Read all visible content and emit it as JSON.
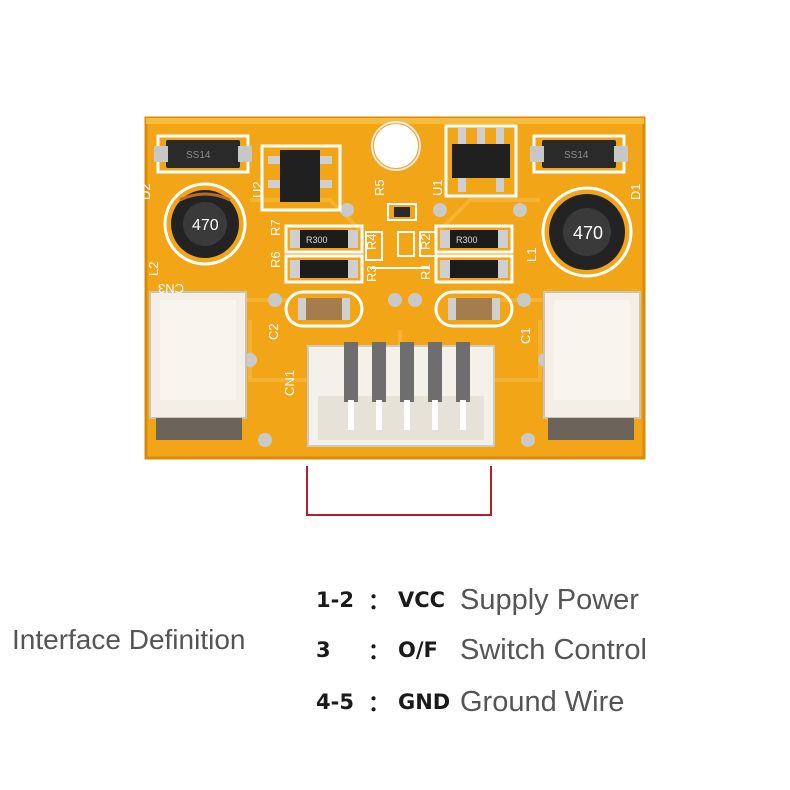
{
  "board": {
    "silkscreen": {
      "d1": "D1",
      "d2": "D2",
      "u1": "U1",
      "u2": "U2",
      "l1": "L1",
      "l2": "L2",
      "c1": "C1",
      "c2": "C2",
      "cn1": "CN1",
      "cn3": "CN3",
      "r1": "R1",
      "r2": "R2",
      "r3": "R3",
      "r4": "R4",
      "r5": "R5",
      "r6": "R6",
      "r7": "R7",
      "diode_marking_left": "SS14",
      "diode_marking_right": "SS14",
      "inductor_marking_left": "470",
      "inductor_marking_right": "470",
      "resistor_marking_a": "R300",
      "resistor_marking_b": "R300"
    },
    "colors": {
      "pcb": "#f2a516",
      "pcb_dark": "#d98a08",
      "silk": "#ffffff",
      "connector": "#f3efe6"
    }
  },
  "interface": {
    "title": "Interface Definition",
    "rows": [
      {
        "pins": "1-2",
        "sep": "：",
        "code": "VCC",
        "desc": "Supply Power"
      },
      {
        "pins": "3",
        "sep": "：",
        "code": "O/F",
        "desc": "Switch Control"
      },
      {
        "pins": "4-5",
        "sep": "：",
        "code": "GND",
        "desc": "Ground Wire"
      }
    ],
    "bracket_color": "#b2212a"
  }
}
